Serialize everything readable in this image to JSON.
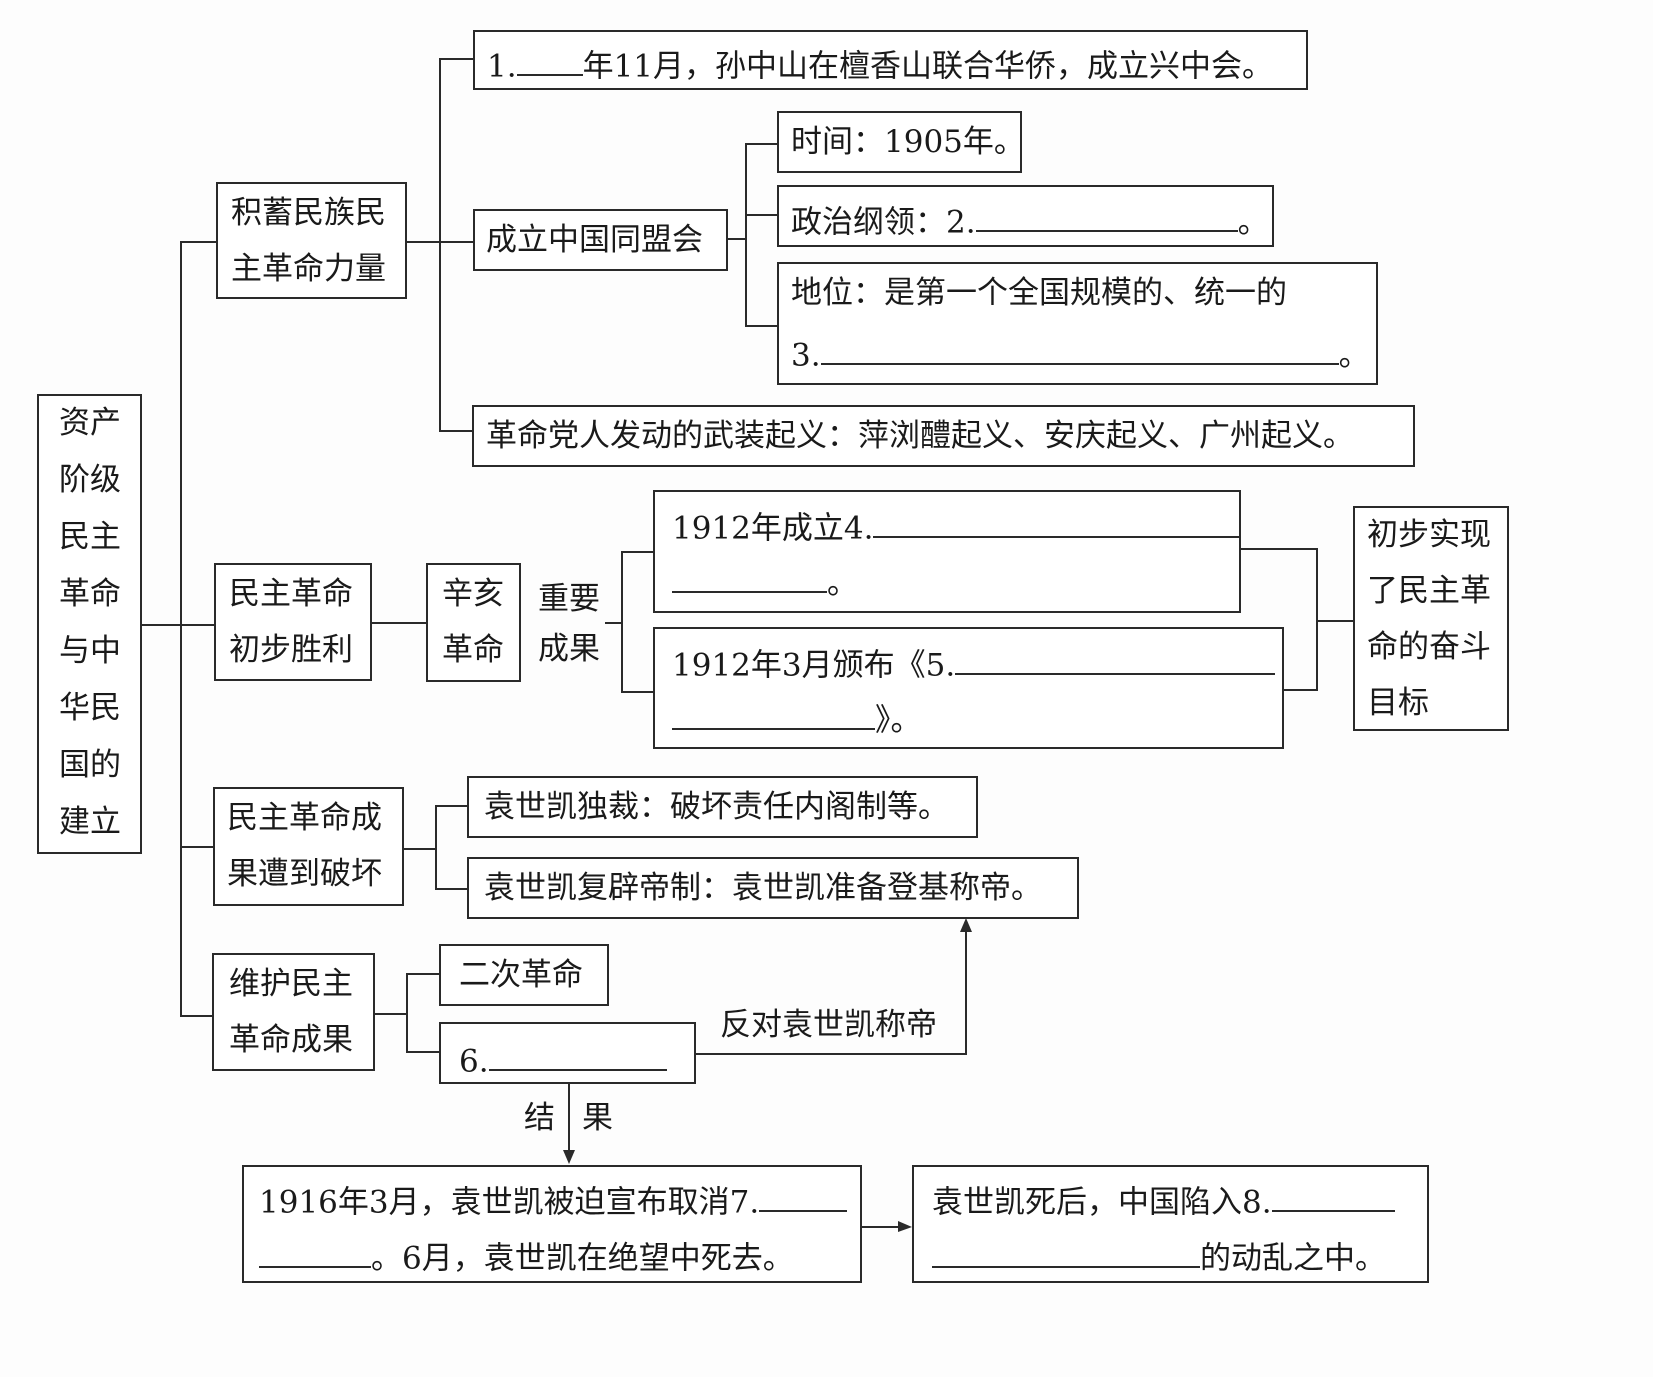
{
  "root": {
    "lines": [
      "资产",
      "阶级",
      "民主",
      "革命",
      "与中",
      "华民",
      "国的",
      "建立"
    ]
  },
  "branch1": {
    "title_lines": [
      "积蓄民族民",
      "主革命力量"
    ],
    "item1": {
      "prefix": "1.",
      "suffix": "年11月，孙中山在檀香山联合华侨，成立兴中会。"
    },
    "tongmenghui": {
      "label": "成立中国同盟会",
      "time": "时间：1905年。",
      "program_prefix": "政治纲领：2.",
      "program_suffix": "。",
      "status_line1": "地位：是第一个全国规模的、统一的",
      "status_prefix": "3.",
      "status_suffix": "。"
    },
    "uprisings": "革命党人发动的武装起义：萍浏醴起义、安庆起义、广州起义。"
  },
  "branch2": {
    "title_lines": [
      "民主革命",
      "初步胜利"
    ],
    "xinhai_lines": [
      "辛亥",
      "革命"
    ],
    "results_lines": [
      "重要",
      "成果"
    ],
    "result1_prefix": "1912年成立4.",
    "result1_suffix": "。",
    "result2_prefix": "1912年3月颁布《5.",
    "result2_suffix": "》。",
    "conclusion_lines": [
      "初步实现",
      "了民主革",
      "命的奋斗",
      "目标"
    ]
  },
  "branch3": {
    "title_lines": [
      "民主革命成",
      "果遭到破坏"
    ],
    "item1": "袁世凯独裁：破坏责任内阁制等。",
    "item2": "袁世凯复辟帝制：袁世凯准备登基称帝。"
  },
  "branch4": {
    "title_lines": [
      "维护民主",
      "革命成果"
    ],
    "second_revolution": "二次革命",
    "item6_prefix": "6.",
    "oppose_label": "反对袁世凯称帝",
    "result_label_left": "结",
    "result_label_right": "果",
    "outcome_line1_prefix": "1916年3月，袁世凯被迫宣布取消7.",
    "outcome_line2_suffix": "。6月，袁世凯在绝望中死去。",
    "aftermath_prefix": "袁世凯死后，中国陷入8.",
    "aftermath_suffix": "的动乱之中。"
  }
}
